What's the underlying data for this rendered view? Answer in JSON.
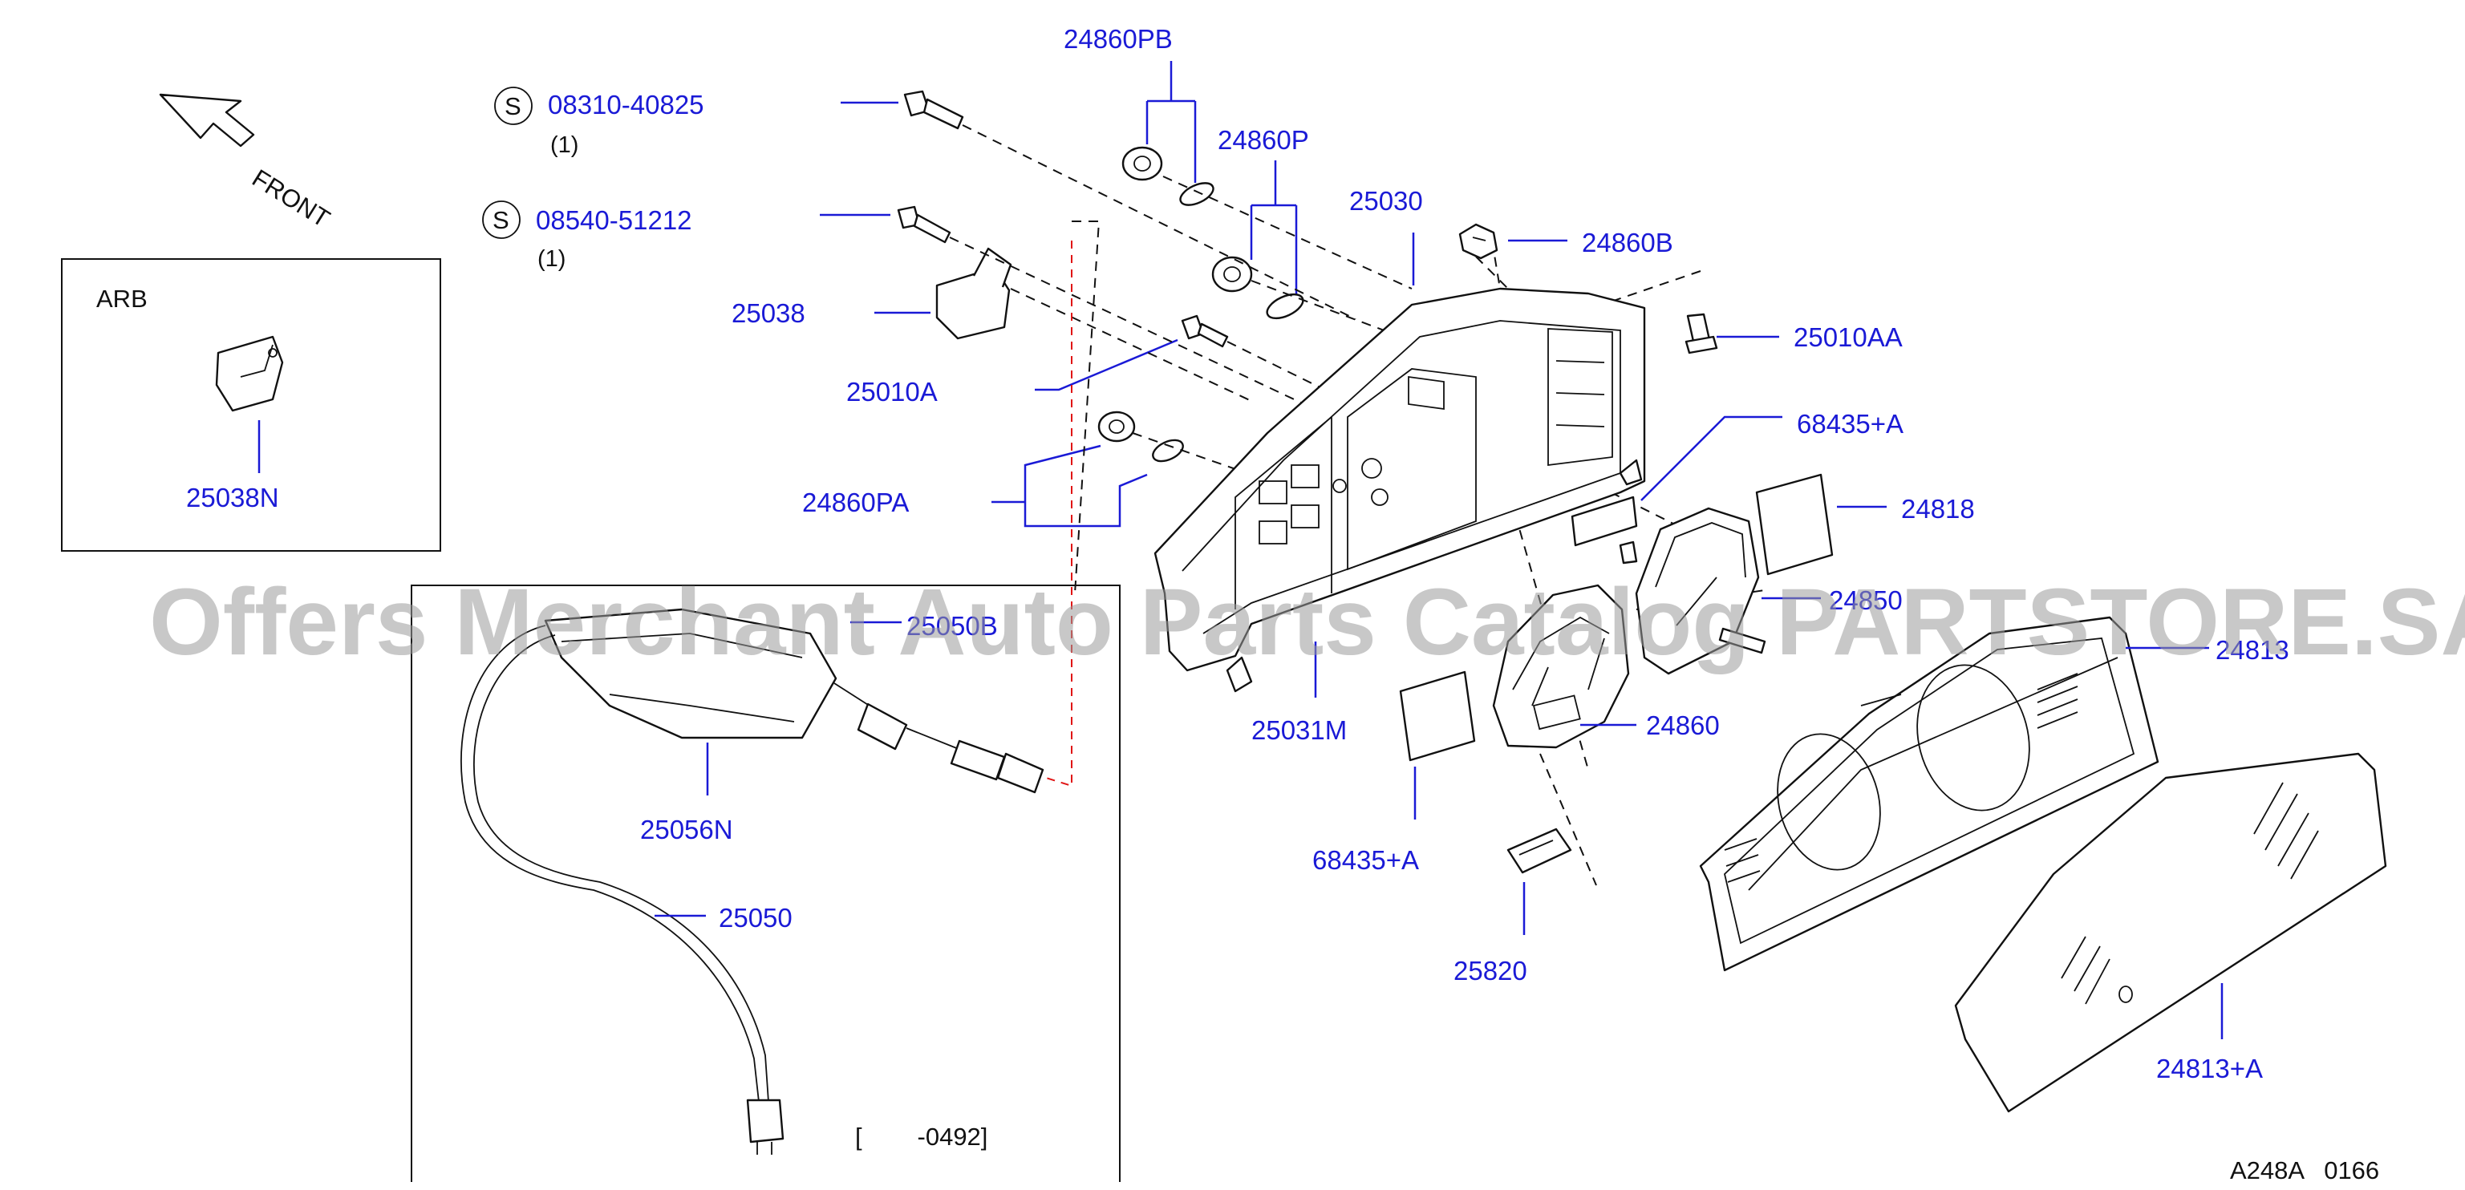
{
  "labels": {
    "p24860PB": "24860PB",
    "p24860P": "24860P",
    "p25030": "25030",
    "p24860B": "24860B",
    "p25010AA": "25010AA",
    "p68435A_top": "68435+A",
    "p24818": "24818",
    "p24850": "24850",
    "p24813": "24813",
    "p24860": "24860",
    "p68435A_bottom": "68435+A",
    "p25820": "25820",
    "p24813A": "24813+A",
    "p25031M": "25031M",
    "p25038": "25038",
    "p25010A": "25010A",
    "p24860PA": "24860PA",
    "p25038N": "25038N",
    "p25050B": "25050B",
    "p25056N": "25056N",
    "p25050": "25050",
    "bolt1": "08310-40825",
    "bolt2": "08540-51212"
  },
  "quantities": {
    "bolt1": "(1)",
    "bolt2": "(1)"
  },
  "symbol": "S",
  "front_label": "FRONT",
  "inset_title": "ARB",
  "date_range": "[        -0492]",
  "diagram_code": "A248A   0166",
  "watermark": "Offers Merchant Auto Parts Catalog PARTSTORE.SA",
  "colors": {
    "label": "#1a1ad6",
    "line": "#111111",
    "highlight_dash": "#e01515"
  }
}
